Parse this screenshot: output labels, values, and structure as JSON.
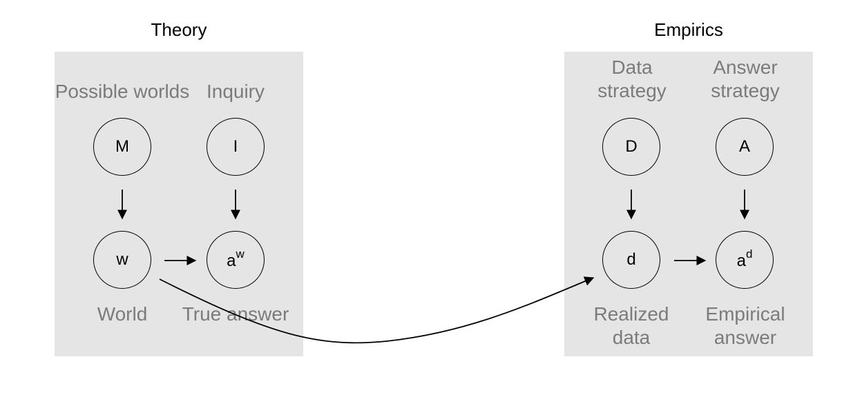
{
  "theory": {
    "title": "Theory",
    "labels": {
      "possible_worlds": "Possible worlds",
      "inquiry": "Inquiry",
      "world": "World",
      "true_answer": "True answer"
    },
    "nodes": {
      "m": "M",
      "i": "I",
      "w": "w",
      "aw_base": "a",
      "aw_sup": "w"
    }
  },
  "empirics": {
    "title": "Empirics",
    "labels": {
      "data_strategy_1": "Data",
      "data_strategy_2": "strategy",
      "answer_strategy_1": "Answer",
      "answer_strategy_2": "strategy",
      "realized_data_1": "Realized",
      "realized_data_2": "data",
      "empirical_answer_1": "Empirical",
      "empirical_answer_2": "answer"
    },
    "nodes": {
      "d_upper": "D",
      "a_upper": "A",
      "d_lower": "d",
      "ad_base": "a",
      "ad_sup": "d"
    }
  },
  "colors": {
    "panel": "#e5e5e5",
    "label": "#7b7b7b",
    "line": "#000000"
  }
}
